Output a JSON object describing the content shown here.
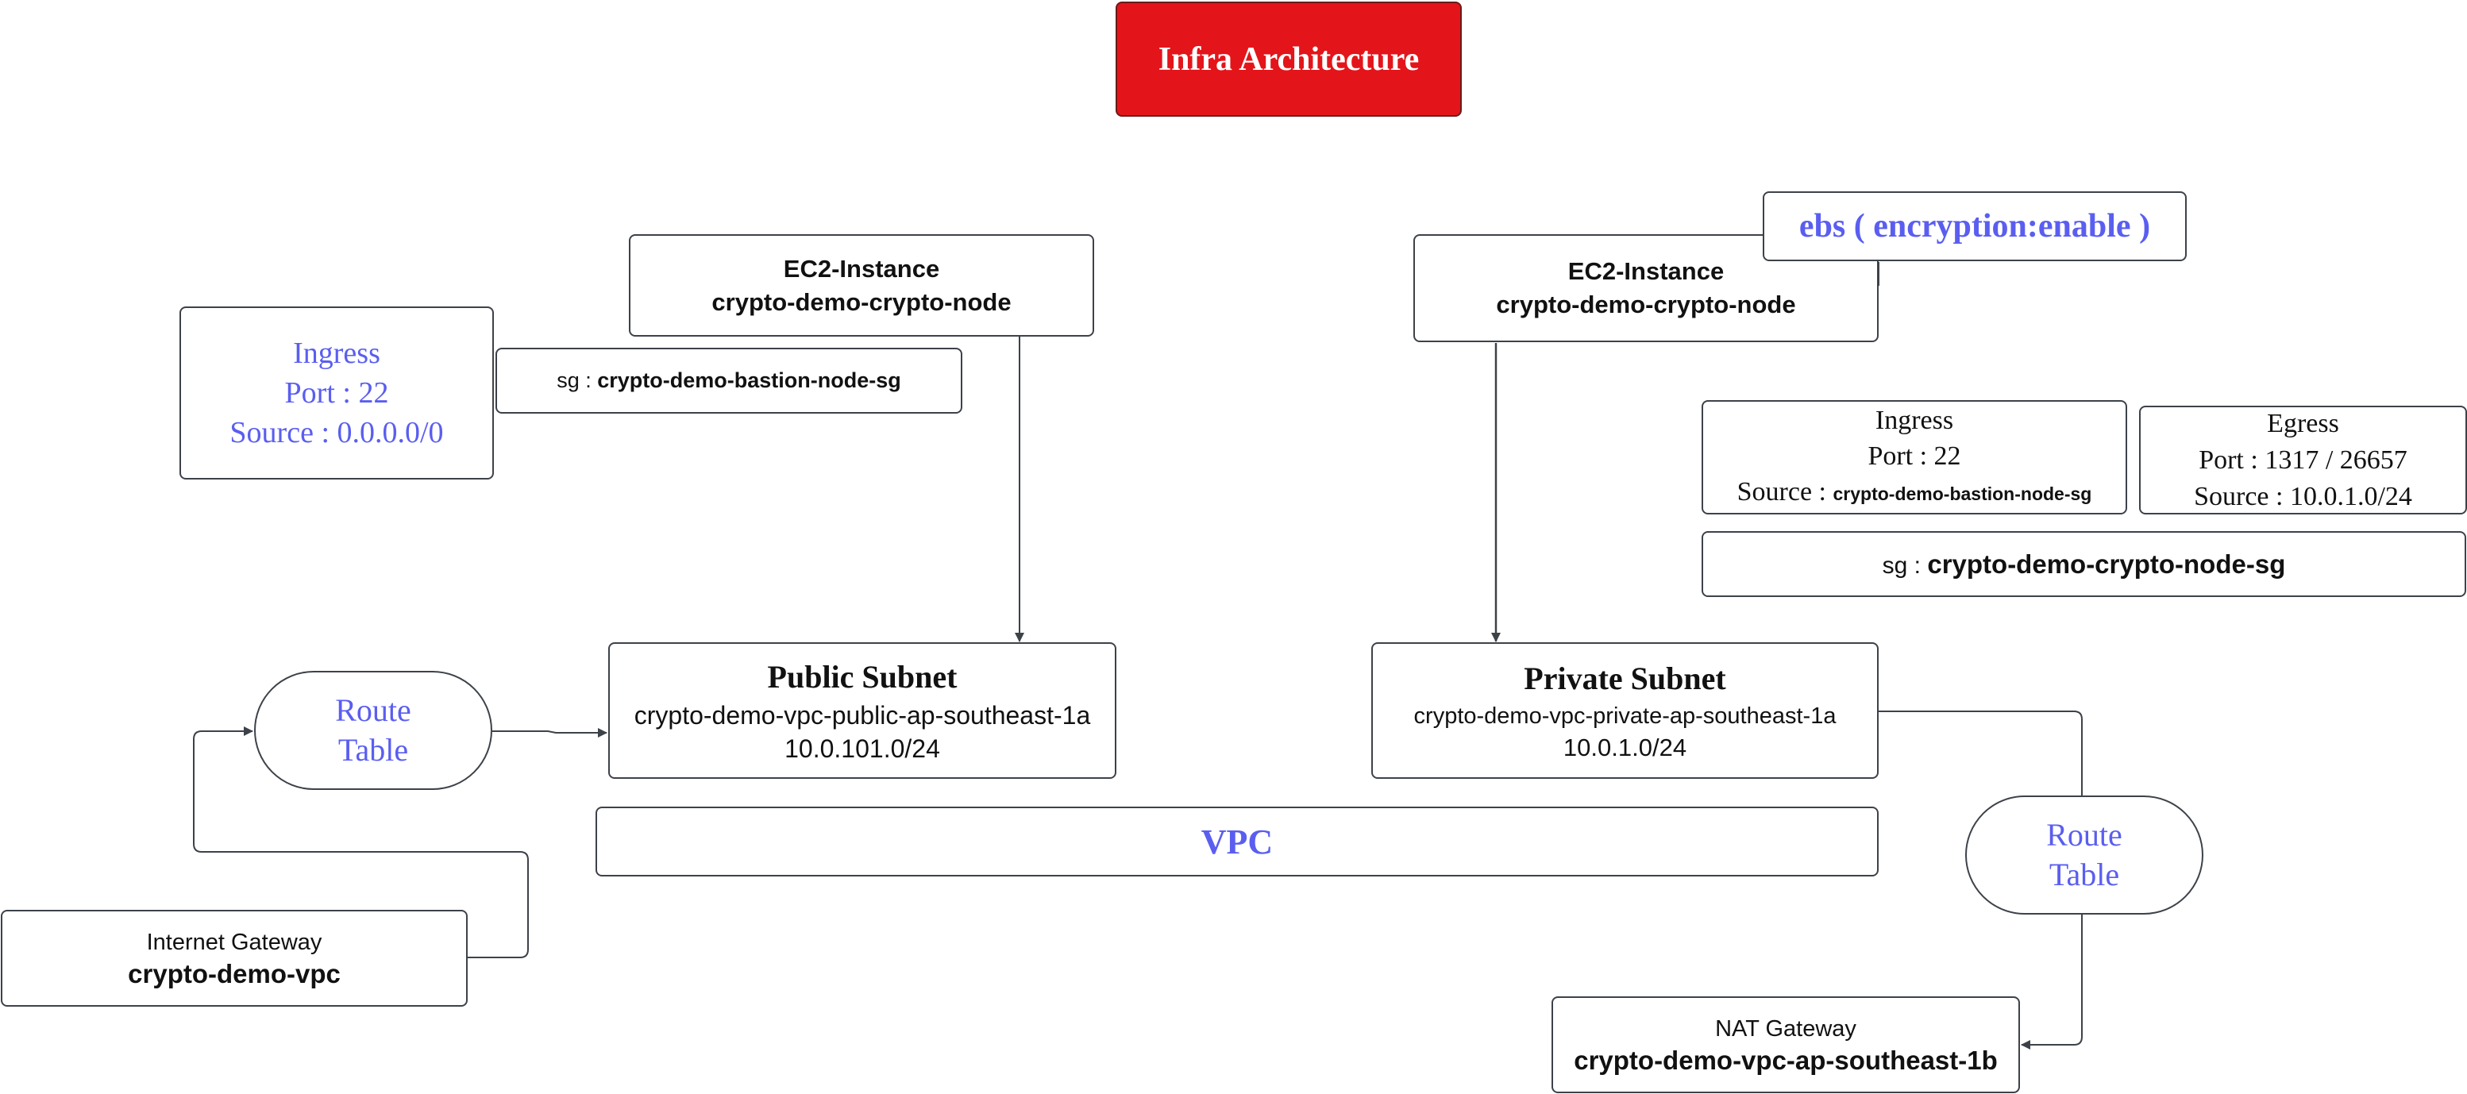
{
  "title": "Infra Architecture",
  "colors": {
    "title_bg": "#e3151a",
    "accent_text": "#5a5ef0",
    "stroke": "#3d4249"
  },
  "ec2_public": {
    "label": "EC2-Instance",
    "name": "crypto-demo-crypto-node"
  },
  "ec2_private": {
    "label": "EC2-Instance",
    "name": "crypto-demo-crypto-node"
  },
  "ebs": {
    "text": "ebs ( encryption:enable )"
  },
  "bastion_ingress": {
    "line1": "Ingress",
    "line2": "Port : 22",
    "line3": "Source : 0.0.0.0/0"
  },
  "bastion_sg": {
    "prefix": "sg : ",
    "name": "crypto-demo-bastion-node-sg"
  },
  "node_ingress": {
    "line1": "Ingress",
    "line2": "Port : 22",
    "source_prefix": "Source : ",
    "source_value": "crypto-demo-bastion-node-sg"
  },
  "node_egress": {
    "line1": "Egress",
    "line2": "Port : 1317 / 26657",
    "line3": "Source : 10.0.1.0/24"
  },
  "node_sg": {
    "prefix": "sg : ",
    "name": "crypto-demo-crypto-node-sg"
  },
  "public_subnet": {
    "title": "Public Subnet",
    "name": "crypto-demo-vpc-public-ap-southeast-1a",
    "cidr": "10.0.101.0/24"
  },
  "private_subnet": {
    "title": "Private Subnet",
    "name": "crypto-demo-vpc-private-ap-southeast-1a",
    "cidr": "10.0.1.0/24"
  },
  "route_table_public": {
    "line1": "Route",
    "line2": "Table"
  },
  "route_table_private": {
    "line1": "Route",
    "line2": "Table"
  },
  "vpc": {
    "label": "VPC"
  },
  "internet_gateway": {
    "label": "Internet Gateway",
    "name": "crypto-demo-vpc"
  },
  "nat_gateway": {
    "label": "NAT Gateway",
    "name": "crypto-demo-vpc-ap-southeast-1b"
  }
}
